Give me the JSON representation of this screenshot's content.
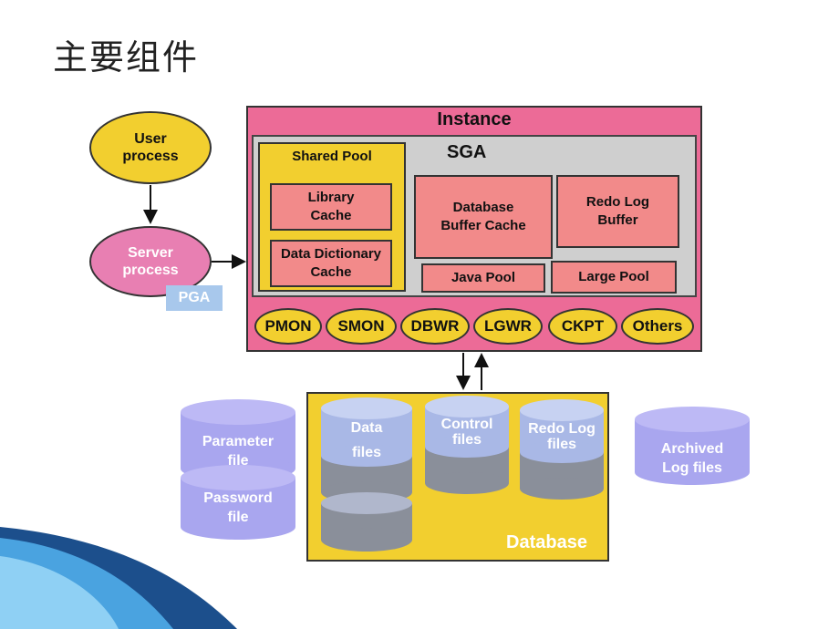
{
  "slide": {
    "title": "主要组件"
  },
  "instance": {
    "label": "Instance",
    "sga": {
      "label": "SGA",
      "shared_pool": {
        "label": "Shared Pool",
        "library_cache": "Library\nCache",
        "data_dictionary_cache": "Data Dictionary\nCache"
      },
      "database_buffer_cache": "Database\nBuffer Cache",
      "redo_log_buffer": "Redo Log\nBuffer",
      "java_pool": "Java Pool",
      "large_pool": "Large Pool"
    },
    "background_processes": [
      "PMON",
      "SMON",
      "DBWR",
      "LGWR",
      "CKPT",
      "Others"
    ]
  },
  "user_process": "User\nprocess",
  "server_process": "Server\nprocess",
  "pga": "PGA",
  "database": {
    "label": "Database",
    "data_files": [
      "Data",
      "files"
    ],
    "control_files": "Control\nfiles",
    "redo_log_files": "Redo Log\nfiles"
  },
  "parameter_file": "Parameter\nfile",
  "password_file": "Password\nfile",
  "archived_log_files": "Archived\nLog files",
  "colors": {
    "instance": "#ec6b97",
    "sga": "#cfcfcf",
    "shared_pool": "#f2cf2f",
    "memory_box": "#f28a8a",
    "file_cylinder_top": "#a9b8e6",
    "file_cylinder_body": "#8a8f9a",
    "external_file": "#a9a6ef"
  }
}
